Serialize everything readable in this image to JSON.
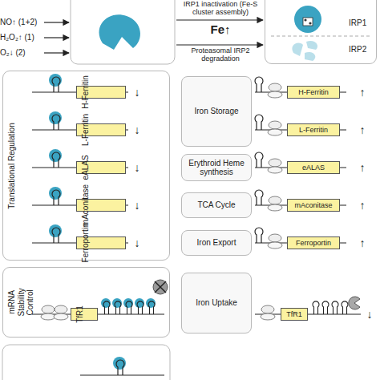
{
  "diagram": {
    "nodes": [
      {
        "text": [
          "IRP1",
          "IRP2"
        ]
      },
      {
        "text": [
          "Translational Regulation"
        ]
      },
      {
        "text": [
          "H-Ferritin"
        ],
        "in": 1
      },
      {
        "text": [
          "L-Ferritin"
        ],
        "in": 1
      },
      {
        "text": [
          "eALAS"
        ],
        "in": 1
      },
      {
        "text": [
          "mAconitase"
        ],
        "in": 1
      },
      {
        "text": [
          "Ferroportin"
        ],
        "in": 1
      },
      {
        "text": [
          "Iron Storage"
        ]
      },
      {
        "text": [
          "Erythroid Heme synthesis"
        ]
      },
      {
        "text": [
          "TCA Cycle"
        ]
      },
      {
        "text": [
          "Iron Export"
        ]
      },
      {
        "text": [
          "H-Ferritin"
        ]
      },
      {
        "text": [
          "L-Ferritin"
        ]
      },
      {
        "text": [
          "eALAS"
        ]
      },
      {
        "text": [
          "mAconitase"
        ]
      },
      {
        "text": [
          "Ferroportin"
        ]
      },
      {
        "text": [
          "mRNA Stability Control"
        ]
      },
      {
        "text": [
          "TfR1"
        ],
        "in": 16
      },
      {
        "text": [
          "Iron Uptake"
        ]
      },
      {
        "text": [
          "TfR1"
        ]
      }
    ],
    "labels": [
      "NO↑ (1+2)",
      "H₂O₂↑ (1)",
      "O₂↓ (2)",
      "IRP1 inactivation (Fe-S cluster assembly)",
      "Fe↑",
      "Proteasomal IRP2 degradation",
      "↓",
      "↓",
      "↓",
      "↓",
      "↓",
      "↑",
      "↑",
      "↑",
      "↑",
      "↑",
      "↓"
    ]
  }
}
